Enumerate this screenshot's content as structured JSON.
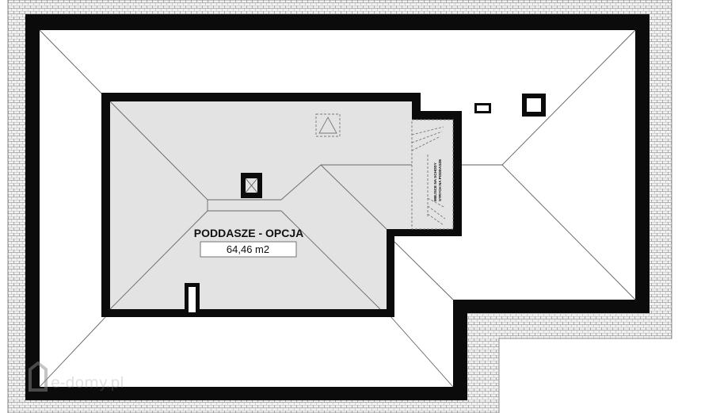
{
  "room": {
    "name": "PODDASZE - OPCJA",
    "area": "64,46 m2"
  },
  "stair_note": {
    "line1": "MIEJSCE NA SCHODY",
    "line2": "STRYCH NA PODDASZE"
  },
  "watermark": {
    "text": "e-domy.pl"
  },
  "colors": {
    "wall": "#0b0b0b",
    "attic_fill": "#e3e3e3",
    "roof_fill": "#ffffff",
    "eaves_hatch": "#bdbdbd",
    "ridge_lines": "#666666"
  },
  "icons": {
    "skylight": "skylight-window-icon",
    "chimney": "chimney-icon",
    "vent": "ventilation-duct-icon"
  }
}
